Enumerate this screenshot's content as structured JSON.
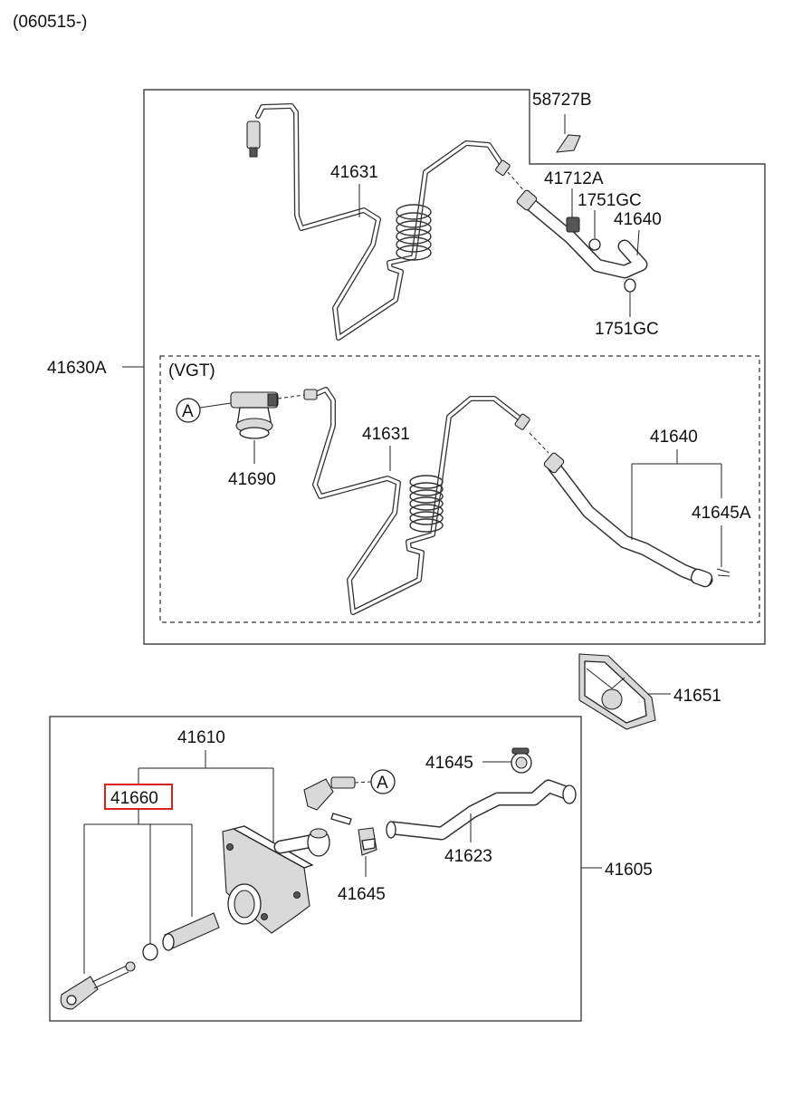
{
  "header": {
    "range": "(060515-)"
  },
  "labels": {
    "p58727B": "58727B",
    "p41631_top": "41631",
    "p41712A": "41712A",
    "p1751GC_a": "1751GC",
    "p41640_top": "41640",
    "p1751GC_b": "1751GC",
    "p41630A": "41630A",
    "vgt": "(VGT)",
    "circleA_left": "A",
    "p41690": "41690",
    "p41631_vgt": "41631",
    "p41640_vgt": "41640",
    "p41645A": "41645A",
    "p41651": "41651",
    "p41610": "41610",
    "p41660": "41660",
    "circleA_right": "A",
    "p41645_top": "41645",
    "p41623": "41623",
    "p41645_mid": "41645",
    "p41605": "41605"
  },
  "colors": {
    "highlight": "#e02020",
    "line": "#222222",
    "shade": "#d9d9d9"
  },
  "highlighted_part": "41660"
}
